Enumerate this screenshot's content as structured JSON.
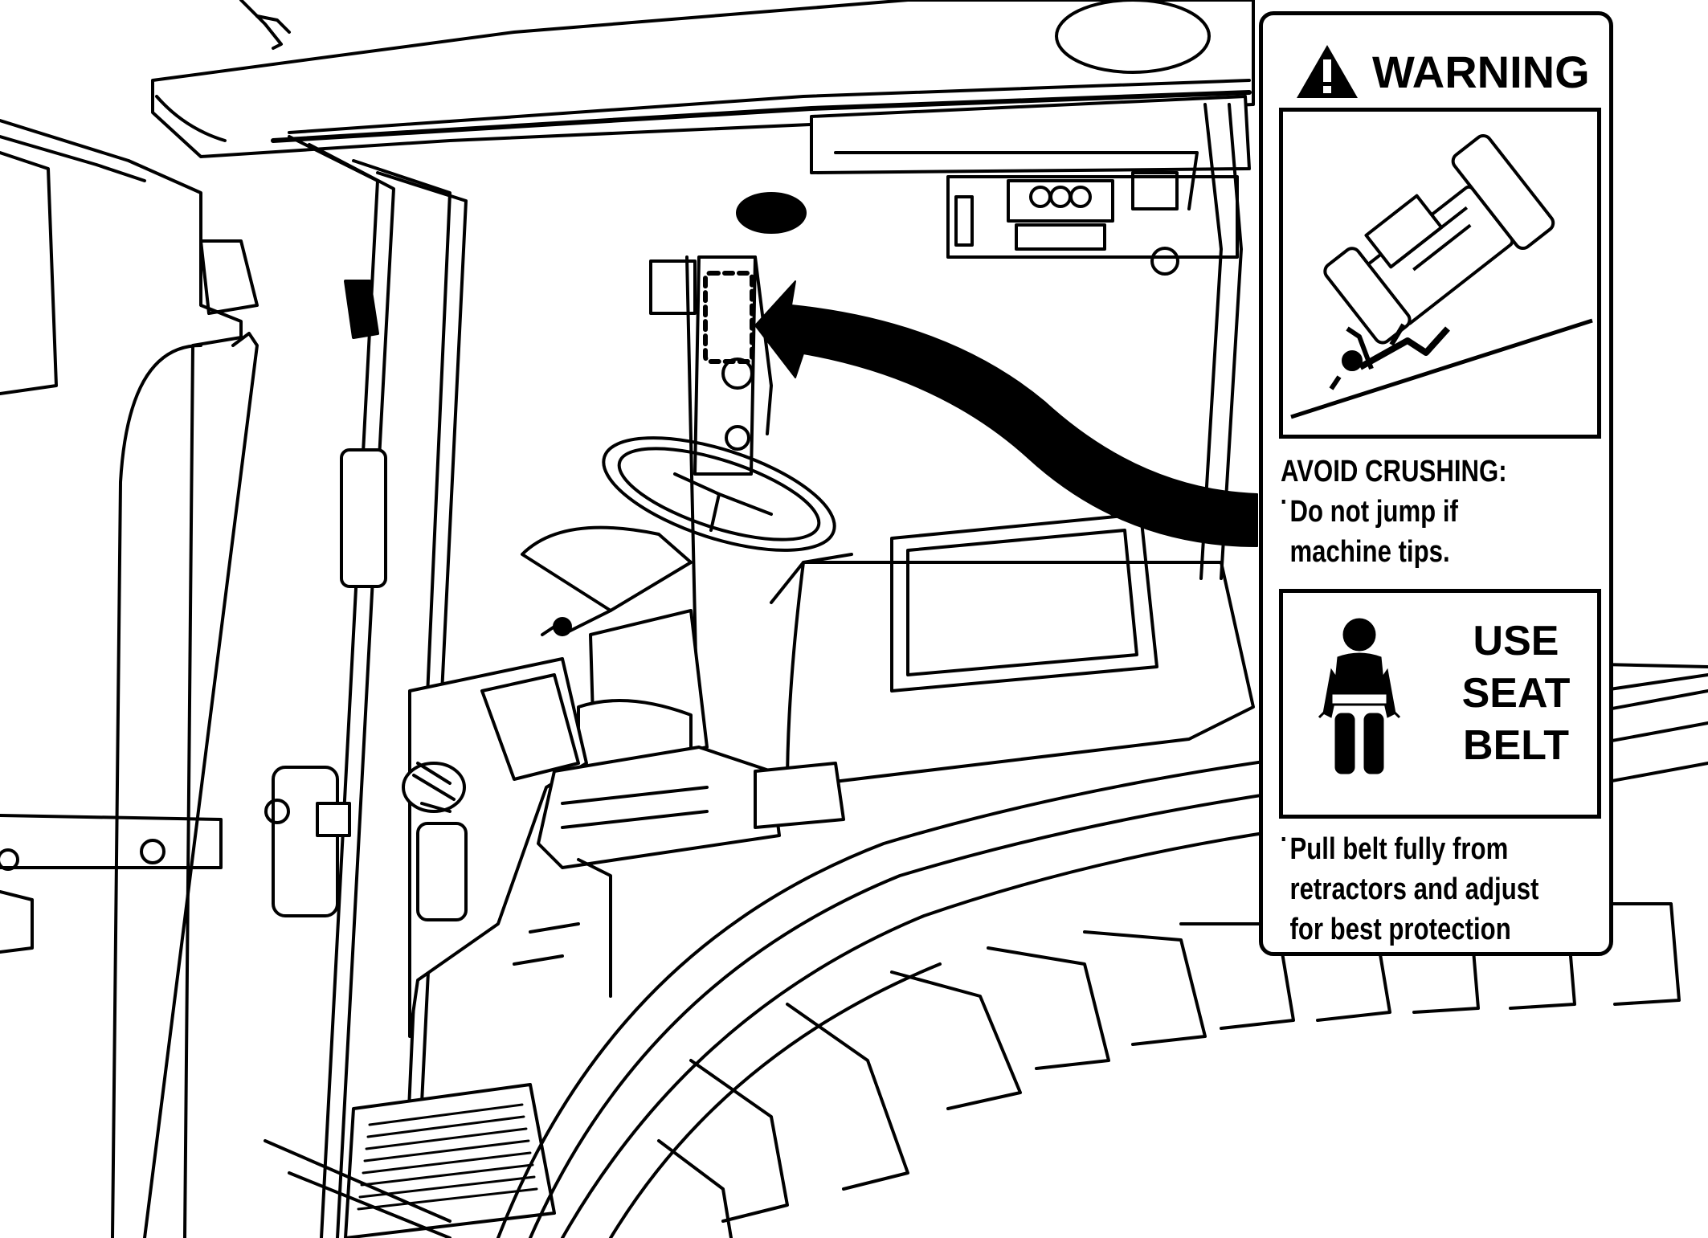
{
  "decal": {
    "signal_word": "WARNING",
    "hazard_heading": "AVOID CRUSHING:",
    "hazard_lines": [
      "Do not jump if",
      "machine tips."
    ],
    "seat_belt_words": [
      "USE",
      "SEAT",
      "BELT"
    ],
    "belt_instruction_lines": [
      "Pull belt fully from",
      "retractors and adjust",
      "for best protection"
    ]
  },
  "icons": {
    "alert": "warning-triangle-icon",
    "tip_over": "machine-tip-over-icon",
    "seat_belt": "seated-operator-belt-icon"
  },
  "colors": {
    "ink": "#000000",
    "paper": "#ffffff"
  }
}
